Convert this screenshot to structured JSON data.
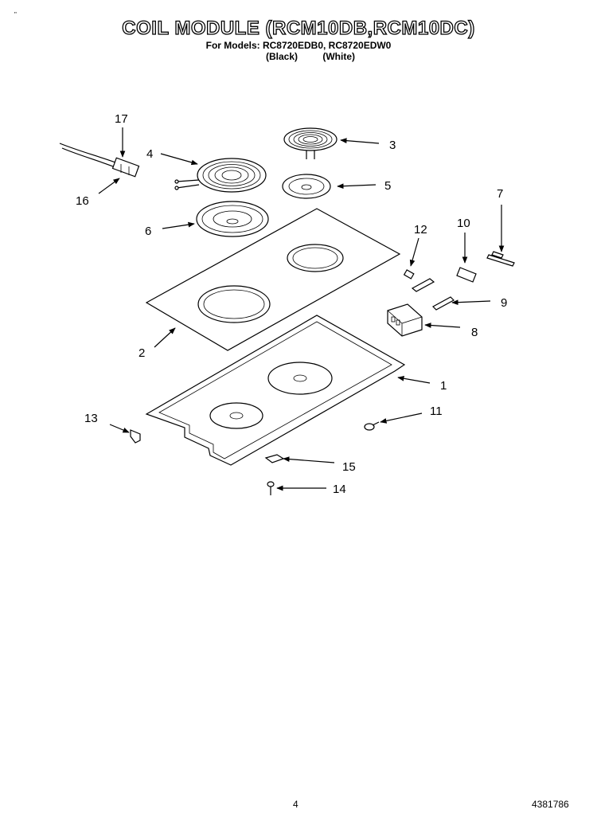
{
  "header": {
    "title": "COIL MODULE (RCM10DB,RCM10DC)",
    "models_line": "For Models: RC8720EDB0, RC8720EDW0",
    "finish_black": "(Black)",
    "finish_white": "(White)"
  },
  "corner_mark": "\"",
  "footer": {
    "page_number": "4",
    "document_number": "4381786"
  },
  "callouts": [
    "1",
    "2",
    "3",
    "4",
    "5",
    "6",
    "7",
    "8",
    "9",
    "10",
    "11",
    "12",
    "13",
    "14",
    "15",
    "16",
    "17"
  ]
}
